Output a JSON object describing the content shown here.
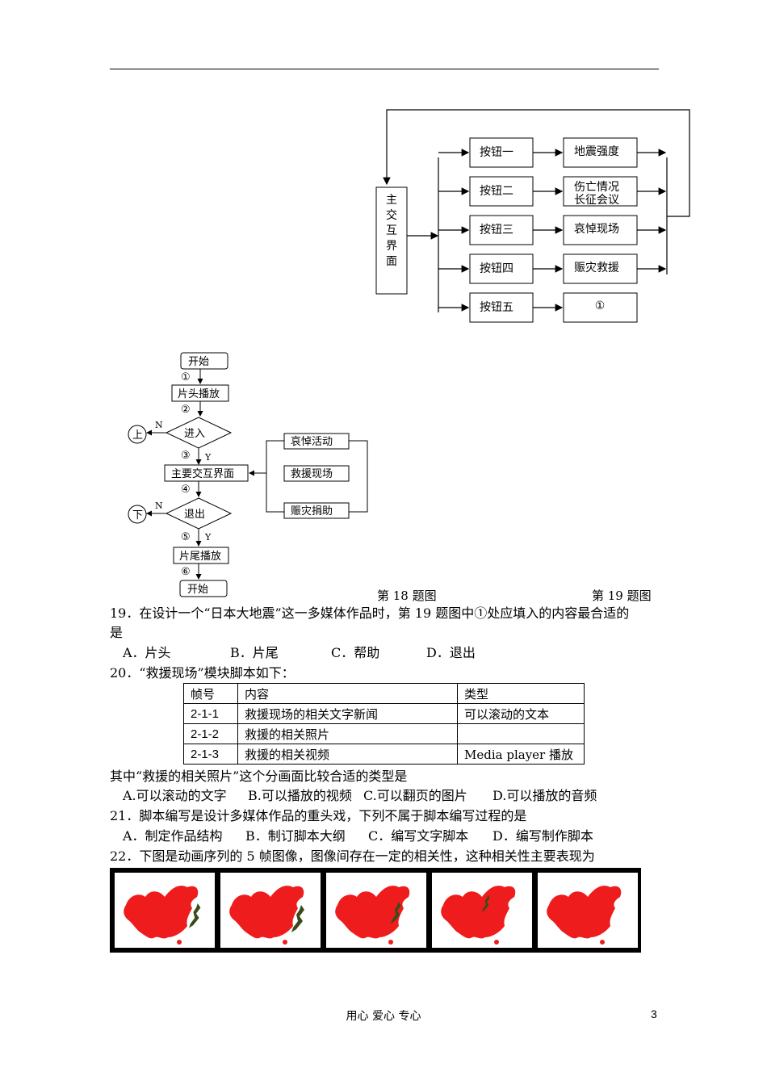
{
  "diagram18": {
    "nodes": {
      "start": "开始",
      "intro": "片头播放",
      "enter": "进入",
      "main": "主要交互界面",
      "exit": "退出",
      "outro": "片尾播放",
      "end": "开始",
      "m1": "哀悼活动",
      "m2": "救援现场",
      "m3": "赈灾捐助",
      "up": "上",
      "down": "下"
    },
    "steps": [
      "①",
      "②",
      "③",
      "④",
      "⑤",
      "⑥"
    ],
    "yes": "Y",
    "no": "N",
    "caption": "第 18 题图"
  },
  "diagram19": {
    "main": "主交互界面",
    "buttons": [
      "按钮一",
      "按钮二",
      "按钮三",
      "按钮四",
      "按钮五"
    ],
    "targets": [
      "地震强度",
      "伤亡情况长征会议",
      "哀悼现场",
      "赈灾救援",
      "①"
    ],
    "caption": "第 19 题图"
  },
  "q19": {
    "text": "19．在设计一个“日本大地震”这一多媒体作品时，第 19 题图中①处应填入的内容最合适的",
    "text2": "是",
    "options": [
      "A．片头",
      "B．片尾",
      "C．帮助",
      "D．退出"
    ]
  },
  "q20": {
    "text": "20．“救援现场”模块脚本如下：",
    "table_header": [
      "帧号",
      "内容",
      "类型"
    ],
    "table_rows": [
      [
        "2-1-1",
        "救援现场的相关文字新闻",
        "可以滚动的文本"
      ],
      [
        "2-1-2",
        "救援的相关照片",
        ""
      ],
      [
        "2-1-3",
        "救援的相关视频",
        "Media player 播放"
      ]
    ],
    "question": "其中“救援的相关照片”这个分画面比较合适的类型是",
    "options": [
      "A.可以滚动的文字",
      "B.可以播放的视频",
      "C.可以翻页的图片",
      "D.可以播放的音频"
    ]
  },
  "q21": {
    "text": "21．脚本编写是设计多媒体作品的重头戏，下列不属于脚本编写过程的是",
    "options": [
      "A．制定作品结构",
      "B．制订脚本大纲",
      "C．编写文字脚本",
      "D．编写制作脚本"
    ]
  },
  "q22": {
    "text": "22．下图是动画序列的 5 帧图像，图像间存在一定的相关性，这种相关性主要表现为",
    "frame_count": 5,
    "map_color": "#ee1c1c",
    "island_color": "#3a4a1a"
  },
  "footer": {
    "motto": "用心    爱心    专心",
    "page": "3"
  }
}
